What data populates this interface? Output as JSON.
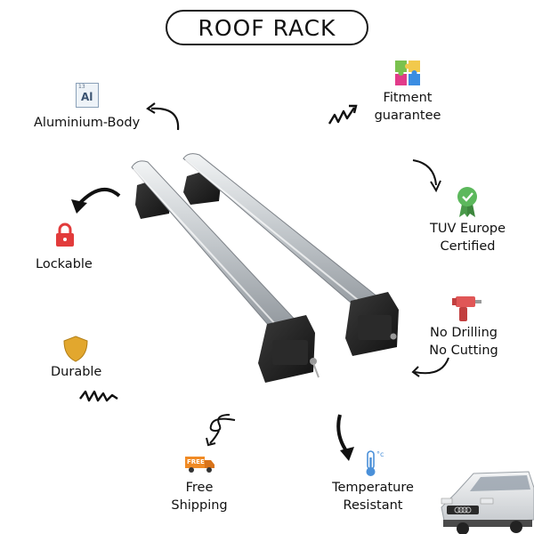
{
  "title": "ROOF RACK",
  "features": {
    "aluminium": {
      "label": "Aluminium-Body",
      "icon_text": "Al",
      "icon_number": "13",
      "icon": "aluminium-element-icon"
    },
    "lockable": {
      "label": "Lockable",
      "icon": "padlock-icon"
    },
    "durable": {
      "label": "Durable",
      "icon": "shield-icon"
    },
    "fitment": {
      "line1": "Fitment",
      "line2": "guarantee",
      "icon": "puzzle-icon"
    },
    "tuv": {
      "line1": "TUV Europe",
      "line2": "Certified",
      "icon": "certified-badge-icon"
    },
    "drilling": {
      "line1": "No Drilling",
      "line2": "No Cutting",
      "icon": "drill-icon"
    },
    "shipping": {
      "line1": "Free",
      "line2": "Shipping",
      "icon": "delivery-truck-icon",
      "badge_text": "FREE"
    },
    "temperature": {
      "line1": "Temperature",
      "line2": "Resistant",
      "icon": "thermometer-icon",
      "unit": "°c"
    }
  },
  "colors": {
    "lock_red": "#e23b3b",
    "shield_gold": "#e2a72e",
    "badge_green": "#5cb85c",
    "drill_red": "#e05656",
    "truck_orange": "#f08a24",
    "thermo_blue": "#4a90d9",
    "bar_silver": "#c9cdd1",
    "foot_black": "#1c1c1c"
  }
}
